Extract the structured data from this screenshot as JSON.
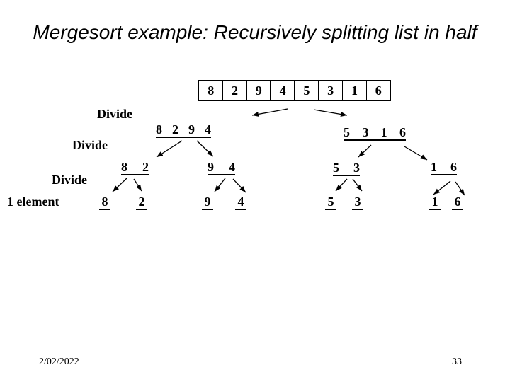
{
  "title": "Mergesort example: Recursively splitting list in half",
  "array": {
    "cells": [
      "8",
      "2",
      "9",
      "4",
      "5",
      "3",
      "1",
      "6"
    ]
  },
  "labels": {
    "divide1": "Divide",
    "divide2": "Divide",
    "divide3": "Divide",
    "one_element": "1 element"
  },
  "tree": {
    "level1": {
      "left": [
        "8",
        "2",
        "9",
        "4"
      ],
      "right": [
        "5",
        "3",
        "1",
        "6"
      ]
    },
    "level2": {
      "g82": [
        "8",
        "2"
      ],
      "g94": [
        "9",
        "4"
      ],
      "g53": [
        "5",
        "3"
      ],
      "g16": [
        "1",
        "6"
      ]
    },
    "level3": [
      "8",
      "2",
      "9",
      "4",
      "5",
      "3",
      "1",
      "6"
    ]
  },
  "footer": {
    "date": "2/02/2022",
    "page": "33"
  }
}
